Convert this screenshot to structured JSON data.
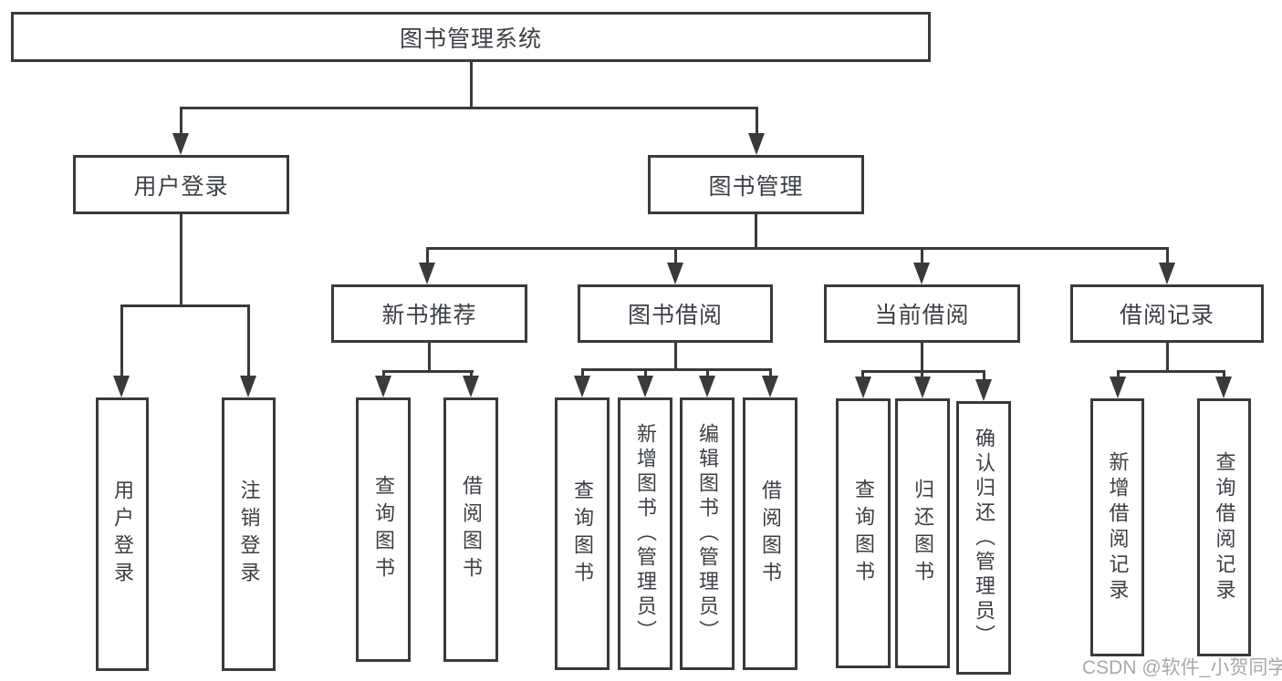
{
  "diagram": {
    "type": "feature-tree",
    "colors": {
      "line": "#3a3a3a",
      "text": "#3c4046",
      "background": "#ffffff",
      "watermark": "#9e9e9e"
    },
    "root": {
      "label": "图书管理系统",
      "children": [
        {
          "label": "用户登录",
          "children": [
            {
              "label": "用户登录"
            },
            {
              "label": "注销登录"
            }
          ]
        },
        {
          "label": "图书管理",
          "children": [
            {
              "label": "新书推荐",
              "children": [
                {
                  "label": "查询图书"
                },
                {
                  "label": "借阅图书"
                }
              ]
            },
            {
              "label": "图书借阅",
              "children": [
                {
                  "label": "查询图书"
                },
                {
                  "label": "新增图书（管理员）"
                },
                {
                  "label": "编辑图书（管理员）"
                },
                {
                  "label": "借阅图书"
                }
              ]
            },
            {
              "label": "当前借阅",
              "children": [
                {
                  "label": "查询图书"
                },
                {
                  "label": "归还图书"
                },
                {
                  "label": "确认归还（管理员）"
                }
              ]
            },
            {
              "label": "借阅记录",
              "children": [
                {
                  "label": "新增借阅记录"
                },
                {
                  "label": "查询借阅记录"
                }
              ]
            }
          ]
        }
      ]
    },
    "watermark": "CSDN @软件_小贺同学"
  }
}
